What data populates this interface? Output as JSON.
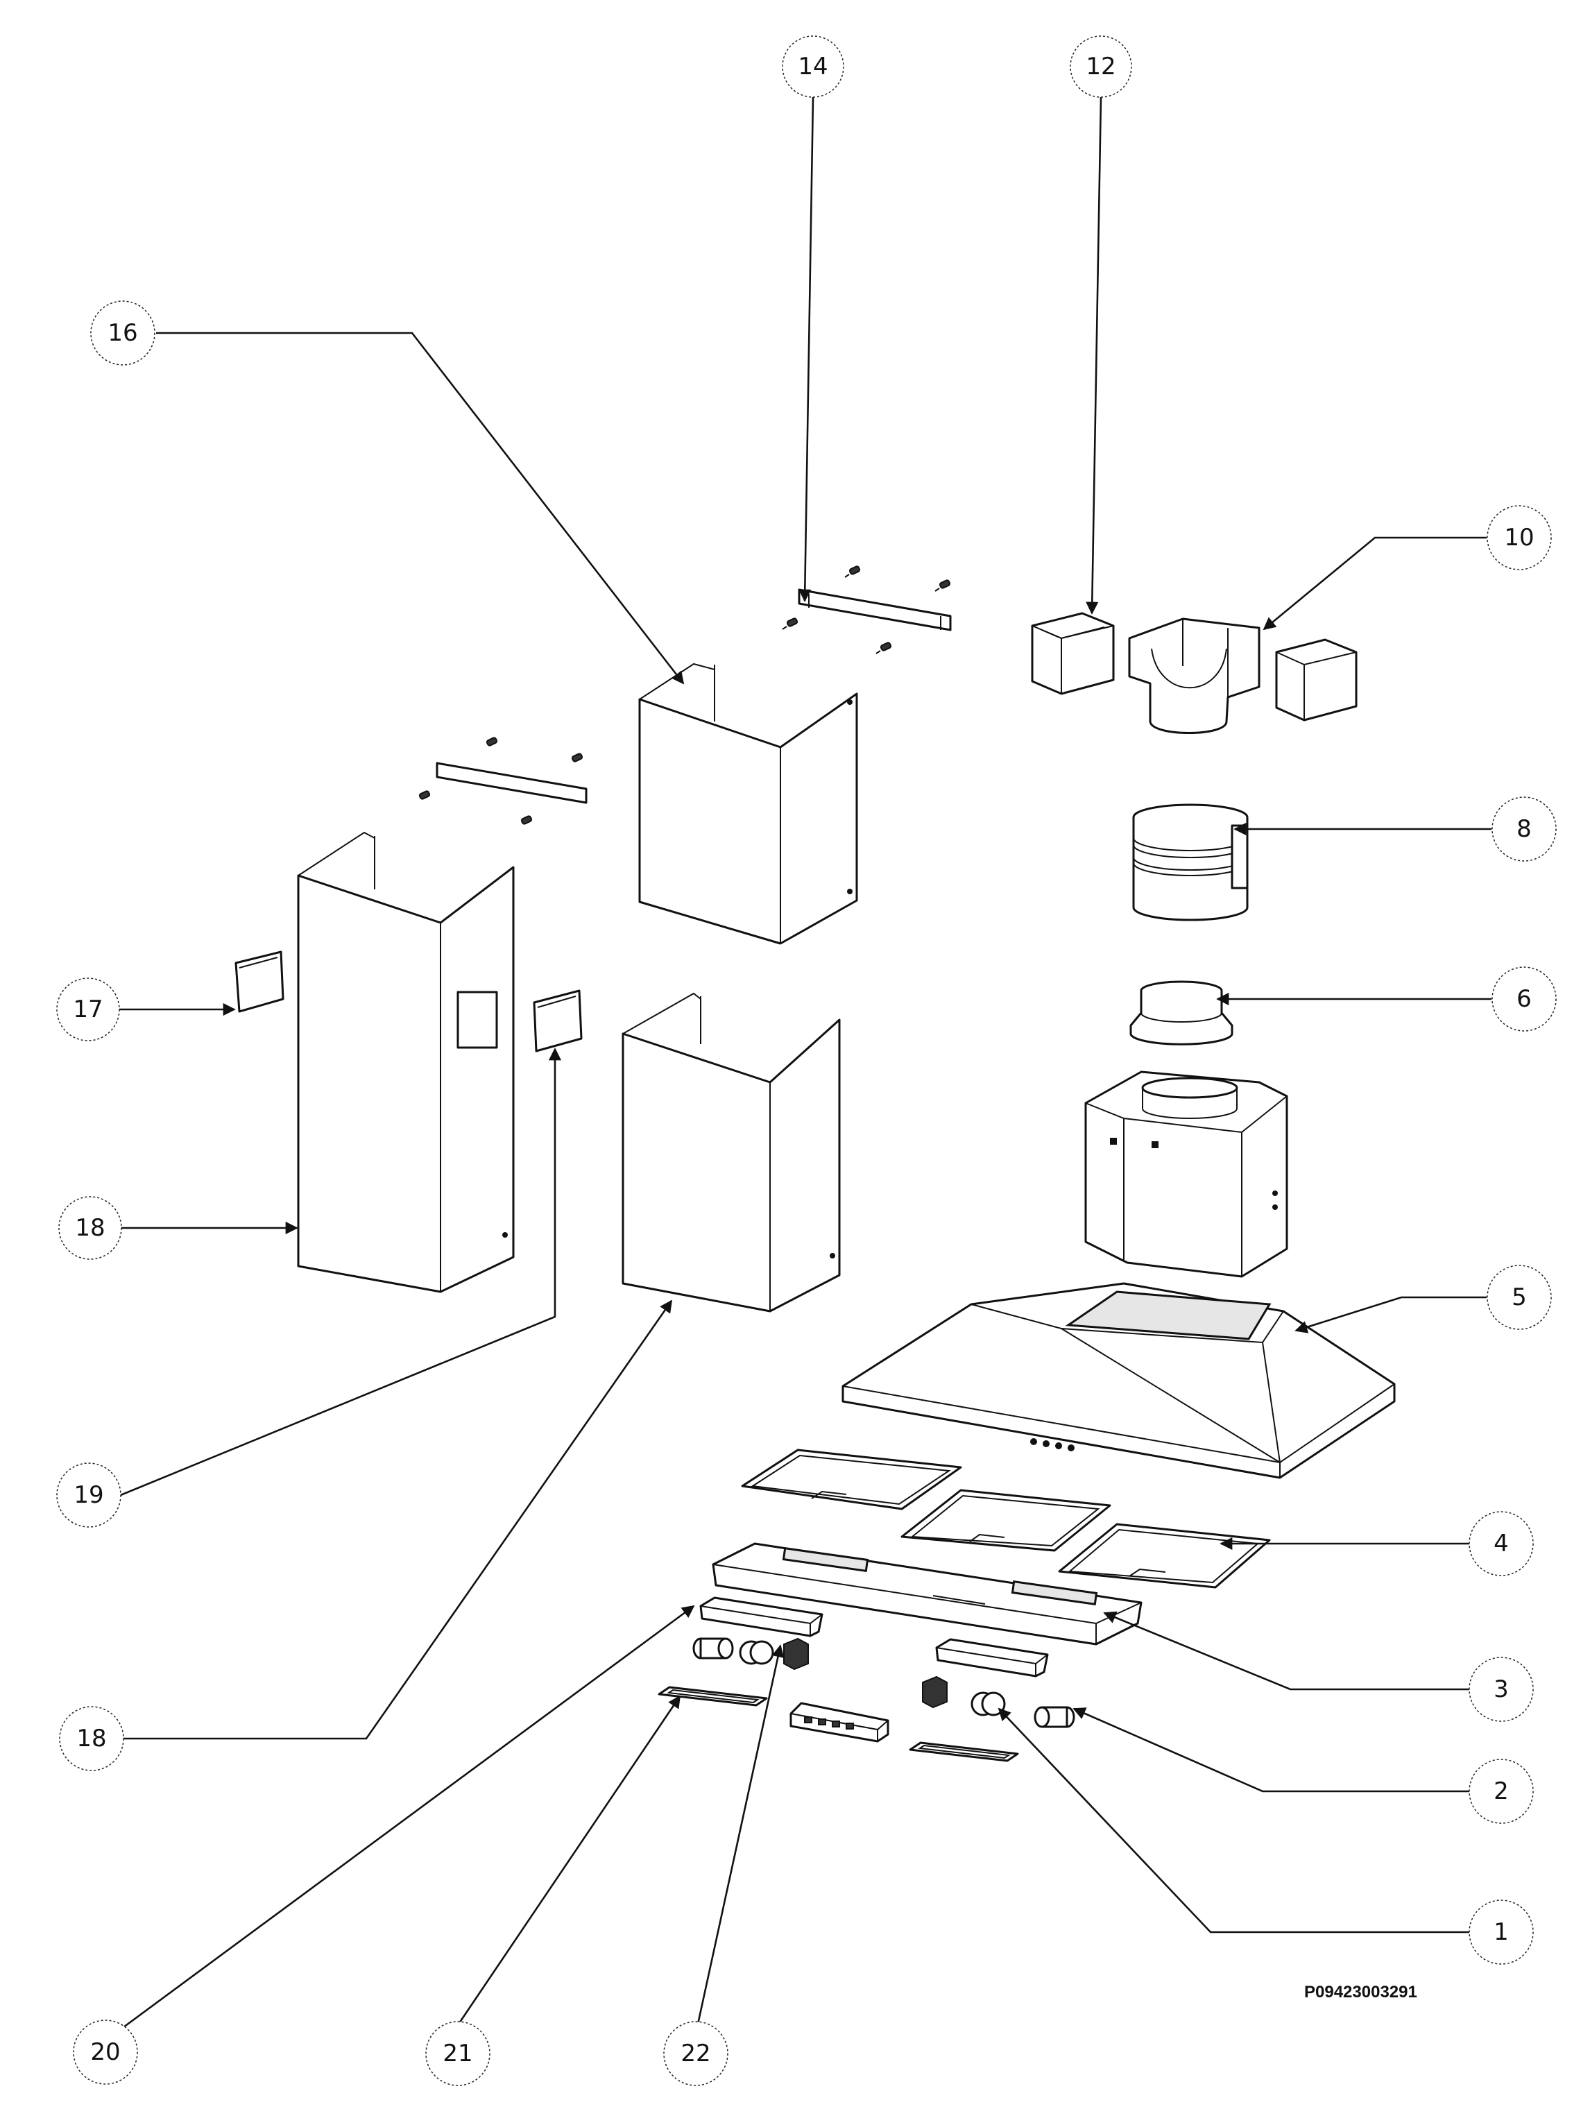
{
  "drawing_code": "P09423003291",
  "callouts": [
    {
      "id": "c14",
      "label": "14"
    },
    {
      "id": "c12",
      "label": "12"
    },
    {
      "id": "c16",
      "label": "16"
    },
    {
      "id": "c10",
      "label": "10"
    },
    {
      "id": "c8",
      "label": "8"
    },
    {
      "id": "c17",
      "label": "17"
    },
    {
      "id": "c6",
      "label": "6"
    },
    {
      "id": "c18a",
      "label": "18"
    },
    {
      "id": "c5",
      "label": "5"
    },
    {
      "id": "c19",
      "label": "19"
    },
    {
      "id": "c4",
      "label": "4"
    },
    {
      "id": "c3",
      "label": "3"
    },
    {
      "id": "c18b",
      "label": "18"
    },
    {
      "id": "c2",
      "label": "2"
    },
    {
      "id": "c1",
      "label": "1"
    },
    {
      "id": "c20",
      "label": "20"
    },
    {
      "id": "c21",
      "label": "21"
    },
    {
      "id": "c22",
      "label": "22"
    }
  ]
}
